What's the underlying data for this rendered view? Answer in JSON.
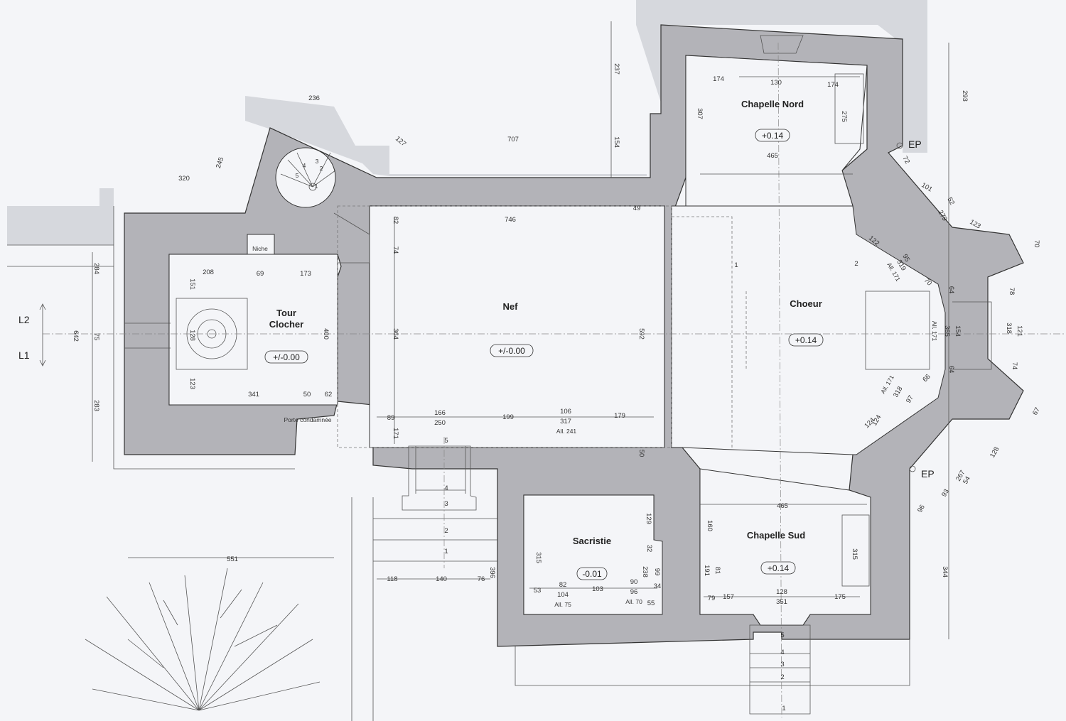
{
  "rooms": {
    "chapelle_nord": "Chapelle Nord",
    "nef": "Nef",
    "choeur": "Choeur",
    "tour_1": "Tour",
    "tour_2": "Clocher",
    "sacristie": "Sacristie",
    "chapelle_sud": "Chapelle Sud",
    "niche": "Niche",
    "porte": "Porte condamnée"
  },
  "levels": {
    "chapelle_nord": "+0.14",
    "nef": "+/-0.00",
    "tour": "+/-0.00",
    "choeur": "+0.14",
    "sacristie": "-0.01",
    "chapelle_sud": "+0.14"
  },
  "markers": {
    "l2": "L2",
    "l1": "L1",
    "ep_top": "EP",
    "ep_bottom": "EP"
  },
  "dimensions": {
    "d236": "236",
    "d127": "127",
    "d707": "707",
    "d154": "154",
    "d237": "237",
    "d245": "245",
    "d320": "320",
    "d174a": "174",
    "d130": "130",
    "d174b": "174",
    "d307": "307",
    "d275": "275",
    "d465a": "465",
    "d293": "293",
    "d72": "72",
    "d101": "101",
    "d52": "52",
    "d279": "279",
    "d123": "123",
    "d70a": "70",
    "d82": "82",
    "d746": "746",
    "d49": "49",
    "d74": "74",
    "d364": "364",
    "d592": "592",
    "d1a": "1",
    "d2a": "2",
    "d122": "122",
    "d95": "95",
    "d319": "319",
    "dall171a": "All. 171",
    "d70b": "70",
    "d64a": "64",
    "d78": "78",
    "d154b": "154",
    "d365": "365",
    "dall171b": "All. 171",
    "d121": "121",
    "d318": "318",
    "d64b": "64",
    "d74b": "74",
    "dall171c": "All. 171",
    "d318b": "318",
    "d97": "97",
    "d66": "66",
    "d124a": "124",
    "d124b": "124",
    "d67": "67",
    "d284": "284",
    "d642": "642",
    "d75": "75",
    "d283": "283",
    "d208": "208",
    "d69": "69",
    "d173": "173",
    "d151": "151",
    "d128": "128",
    "d400": "400",
    "d123b": "123",
    "d341": "341",
    "d50a": "50",
    "d62": "62",
    "d89": "89",
    "d166": "166",
    "d250": "250",
    "d199": "199",
    "d106": "106",
    "d317": "317",
    "dall241": "All. 241",
    "d179": "179",
    "d171": "171",
    "d50b": "50",
    "s5a": "5",
    "s4a": "4",
    "s3a": "3",
    "s2a": "2",
    "s1a": "1",
    "d551": "551",
    "d118": "118",
    "d140": "140",
    "d76": "76",
    "d396": "396",
    "d129": "129",
    "d315a": "315",
    "d32": "32",
    "d238": "238",
    "d99": "99",
    "d82b": "82",
    "d103": "103",
    "d90": "90",
    "d53": "53",
    "d104": "104",
    "dall75": "All. 75",
    "d96a": "96",
    "dall70": "All. 70",
    "d34": "34",
    "d55": "55",
    "d465b": "465",
    "d160": "160",
    "d81": "81",
    "d191": "191",
    "d315b": "315",
    "d79": "79",
    "d157": "157",
    "d128b": "128",
    "d351": "351",
    "d175": "175",
    "d344": "344",
    "d128c": "128",
    "d54": "54",
    "d267": "267",
    "d93": "93",
    "d96b": "96",
    "s5b": "5",
    "s4b": "4",
    "s3b": "3",
    "s2b": "2",
    "s1b": "1",
    "spiral_1": "1",
    "spiral_2": "2",
    "spiral_3": "3",
    "spiral_4": "4",
    "spiral_5": "5"
  },
  "colors": {
    "wall": "#b3b3b8",
    "ground": "#d6d8dd",
    "paper": "#f4f5f8"
  }
}
